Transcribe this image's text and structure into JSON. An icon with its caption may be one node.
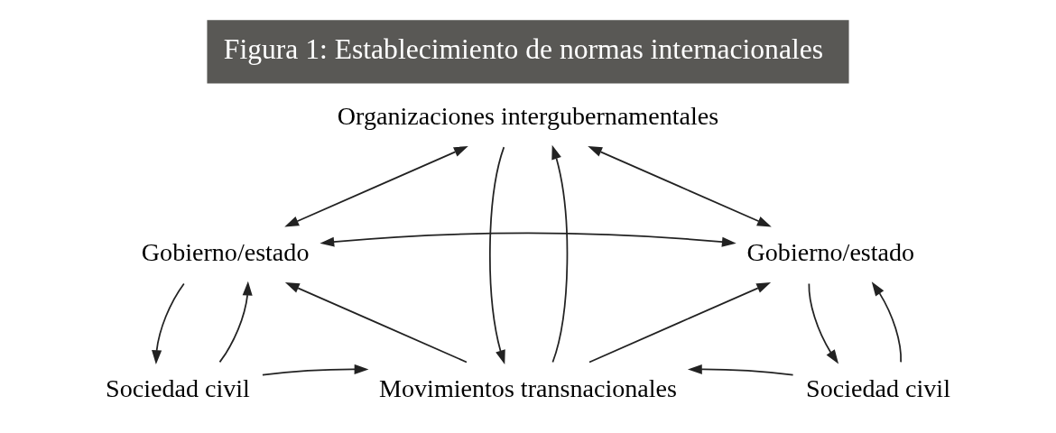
{
  "diagram": {
    "title": "Figura 1: Establecimiento de normas internacionales",
    "nodes": [
      {
        "text": [
          "Organizaciones intergubernamentales"
        ]
      },
      {
        "text": [
          "Gobierno/estado"
        ]
      },
      {
        "text": [
          "Gobierno/estado"
        ]
      },
      {
        "text": [
          "Sociedad civil"
        ]
      },
      {
        "text": [
          "Movimientos transnacionales"
        ]
      },
      {
        "text": [
          "Sociedad civil"
        ]
      }
    ],
    "edges": [
      {
        "from": 0,
        "to": 1,
        "arrow": "both"
      },
      {
        "from": 0,
        "to": 2,
        "arrow": "both"
      },
      {
        "from": 1,
        "to": 2,
        "arrow": "both"
      },
      {
        "from": 0,
        "to": 4,
        "arrow": "to"
      },
      {
        "from": 4,
        "to": 0,
        "arrow": "to"
      },
      {
        "from": 1,
        "to": 3,
        "arrow": "to"
      },
      {
        "from": 3,
        "to": 1,
        "arrow": "to"
      },
      {
        "from": 2,
        "to": 5,
        "arrow": "to"
      },
      {
        "from": 5,
        "to": 2,
        "arrow": "to"
      },
      {
        "from": 4,
        "to": 1,
        "arrow": "to"
      },
      {
        "from": 4,
        "to": 2,
        "arrow": "to"
      },
      {
        "from": 3,
        "to": 4,
        "arrow": "to"
      },
      {
        "from": 5,
        "to": 4,
        "arrow": "to"
      }
    ]
  }
}
